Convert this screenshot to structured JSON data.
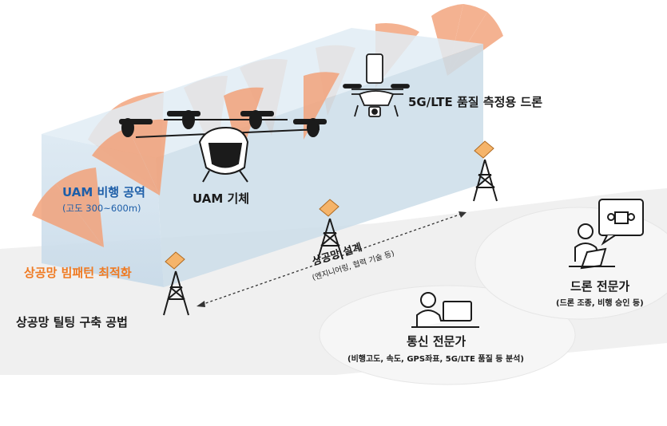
{
  "labels": {
    "measure_drone": "5G/LTE 품질 측정용 드론",
    "uam_vehicle": "UAM 기체",
    "airspace_title": "UAM 비행 공역",
    "airspace_altitude": "(고도 300~600m)",
    "beam_pattern": "상공망 빔패턴 최적화",
    "tilting_method": "상공망 틸팅 구축 공법",
    "network_design": "상공망 설계",
    "network_design_sub": "(엔지니어링, 협력 기술 등)",
    "comm_expert": "통신 전문가",
    "comm_expert_sub": "(비행고도, 속도, GPS좌표, 5G/LTE 품질 등 분석)",
    "drone_expert": "드론 전문가",
    "drone_expert_sub": "(드론 조종, 비행 승인 등)"
  },
  "colors": {
    "airspace_fill": "#c9dceb",
    "airspace_text": "#1d5ea8",
    "beam": "#f2a27a",
    "beam_text": "#ef7a22",
    "ground": "#f1f1f1",
    "tower": "#1b1b1b",
    "panel": "#f5b46a"
  },
  "icons": [
    "uam-aircraft-icon",
    "measurement-drone-icon",
    "cell-tower-icon",
    "person-at-computer-icon",
    "person-with-controller-icon"
  ]
}
